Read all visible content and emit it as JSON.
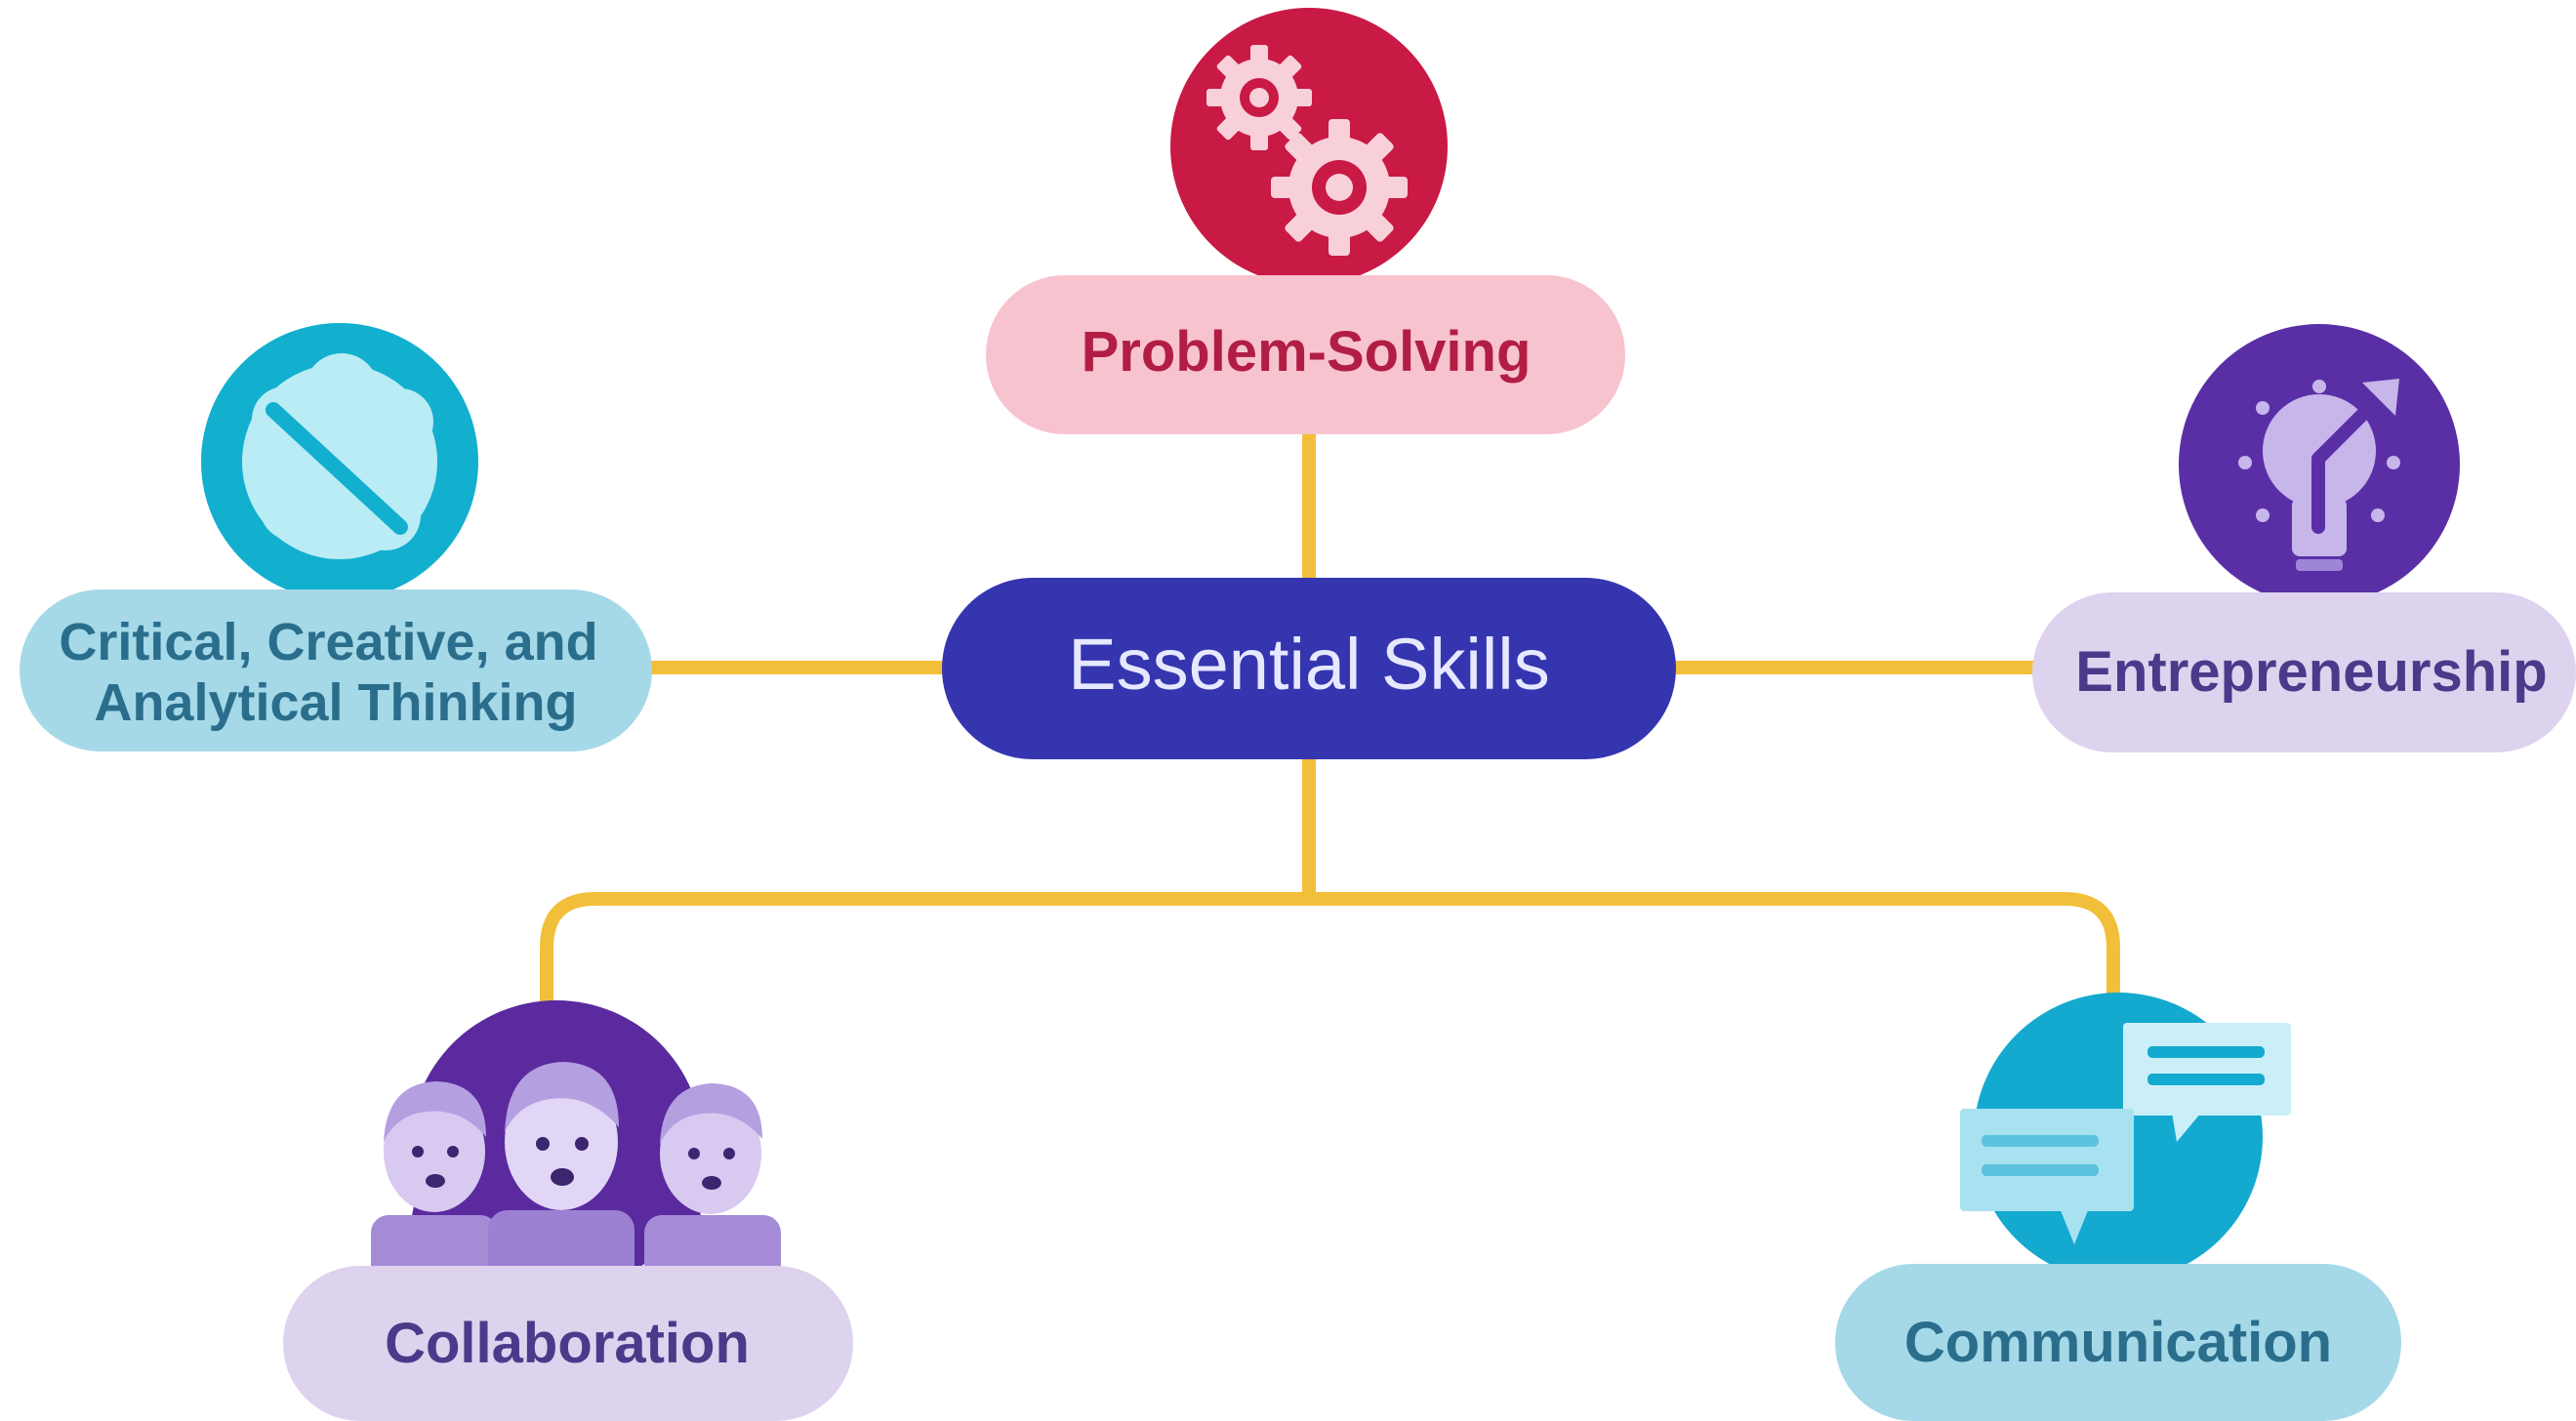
{
  "diagram": {
    "center": {
      "label": "Essential Skills"
    },
    "nodes": {
      "problem_solving": {
        "label": "Problem-Solving",
        "icon": "gears-icon"
      },
      "thinking": {
        "line1": "Critical, Creative, and",
        "line2": "Analytical Thinking",
        "icon": "brain-icon"
      },
      "entrepreneurship": {
        "label": "Entrepreneurship",
        "icon": "lightbulb-icon"
      },
      "collaboration": {
        "label": "Collaboration",
        "icon": "people-icon"
      },
      "communication": {
        "label": "Communication",
        "icon": "chat-bubbles-icon"
      }
    },
    "colors": {
      "connector": "#F2BF3A",
      "center_fill": "#3535B0",
      "problem_icon": "#C91945",
      "problem_pill": "#F7C3CF",
      "problem_text": "#B21D43",
      "thinking_icon": "#13AFCF",
      "thinking_pill": "#A5D9E8",
      "thinking_text": "#2A6E8C",
      "entre_icon": "#5A2FA6",
      "entre_pill": "#DDD3EE",
      "entre_text": "#4A3A8A",
      "collab_icon": "#5A2A9E",
      "collab_pill": "#DDD3EE",
      "collab_text": "#4A3A8A",
      "comm_icon": "#14A9CF",
      "comm_pill": "#A5D9E8",
      "comm_text": "#2A6E8C"
    }
  }
}
